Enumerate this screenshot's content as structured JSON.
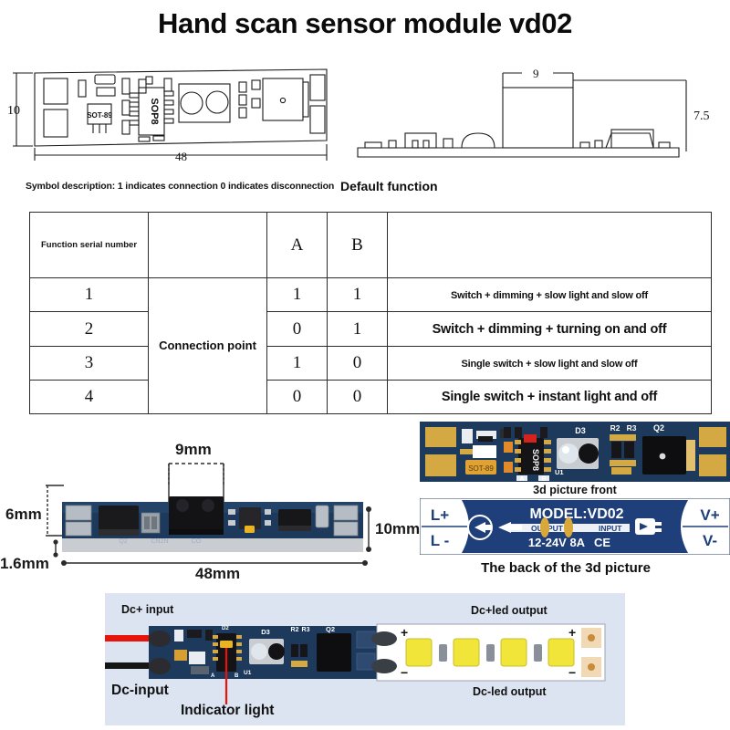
{
  "title": "Hand scan sensor module vd02",
  "tech_drawing": {
    "top_view": {
      "height_label": "10",
      "length_label": "48",
      "ic_label": "SOP8",
      "transistor_label": "SOT-89"
    },
    "side_view": {
      "width_label": "9",
      "height_label": "7.5"
    }
  },
  "symbol_description": "Symbol description: 1 indicates connection 0 indicates disconnection",
  "default_function_label": "Default function",
  "table": {
    "headers": {
      "serial": "Function serial number",
      "connection": "",
      "a": "A",
      "b": "B",
      "function": ""
    },
    "connection_point_label": "Connection point",
    "rows": [
      {
        "serial": "1",
        "a": "1",
        "b": "1",
        "function": "Switch + dimming + slow light and slow off"
      },
      {
        "serial": "2",
        "a": "0",
        "b": "1",
        "function": "Switch + dimming + turning on and off"
      },
      {
        "serial": "3",
        "a": "1",
        "b": "0",
        "function": "Single switch + slow light and slow off"
      },
      {
        "serial": "4",
        "a": "0",
        "b": "0",
        "function": "Single switch + instant light and off"
      }
    ]
  },
  "dimensions": {
    "sensor_window": "9mm",
    "board_height_top": "6mm",
    "board_thickness": "1.6mm",
    "board_length": "48mm",
    "board_width": "10mm"
  },
  "pcb_silkscreen": {
    "ic": "SOP8",
    "transistor": "SOT-89",
    "sensor": "D3",
    "resistor_2": "R2",
    "resistor_3": "R3",
    "mosfet": "Q2",
    "ic_ref": "U1",
    "pad_a": "A",
    "pad_b": "B",
    "q2_ref": "Q2"
  },
  "pictures": {
    "front_caption": "3d picture front",
    "back_caption": "The back of the 3d picture",
    "back_panel": {
      "load_plus": "L+",
      "load_minus": "L -",
      "supply_plus": "V+",
      "supply_minus": "V-",
      "model": "MODEL:VD02",
      "output": "OUTPUT",
      "input": "INPUT",
      "rating": "12-24V 8A",
      "certification": "CE"
    }
  },
  "wiring": {
    "dc_plus_input": "Dc+ input",
    "dc_minus_input": "Dc-input",
    "indicator_light": "Indicator light",
    "dc_plus_led_output": "Dc+led output",
    "dc_minus_led_output": "Dc-led output",
    "strip_plus": "+",
    "strip_minus": "−"
  },
  "colors": {
    "pcb_blue": "#1d3a5c",
    "pad_gold": "#d4a843",
    "panel_bg": "#dce4f2",
    "wire_red": "#e8140c",
    "wire_black": "#151515",
    "led_yellow": "#f2e53a",
    "indicator_line": "#e8140c"
  }
}
